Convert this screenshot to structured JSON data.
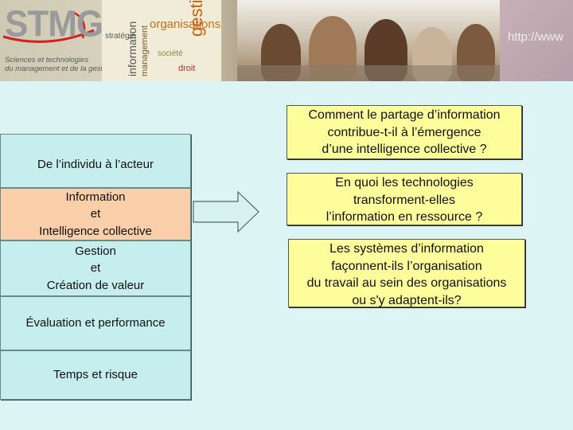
{
  "header": {
    "logo": "STMG",
    "tagline_line1": "Sciences et technologies",
    "tagline_line2": "du management et de la gestion",
    "collage_words": [
      "organisations",
      "gestion",
      "information",
      "management",
      "stratégie",
      "société",
      "droit"
    ],
    "web_text": "http://www"
  },
  "left_stack": [
    {
      "label": "De l’individu à l’acteur"
    },
    {
      "label_lines": [
        "Information",
        "et",
        "Intelligence collective"
      ],
      "active": true
    },
    {
      "label_lines": [
        "Gestion",
        "et",
        "Création de valeur"
      ]
    },
    {
      "label": "Évaluation et performance"
    },
    {
      "label": "Temps et risque"
    }
  ],
  "questions": [
    {
      "lines": [
        "Comment le partage d’information",
        "contribue-t-il à l’émergence",
        "d’une intelligence collective ?"
      ]
    },
    {
      "lines": [
        "En quoi les technologies",
        "transforment-elles",
        "l’information en ressource ?"
      ]
    },
    {
      "lines": [
        "Les systèmes d’information",
        "façonnent-ils l’organisation",
        "du travail au sein des organisations",
        "ou s'y adaptent-ils?"
      ]
    }
  ],
  "colors": {
    "page_bg": "#dcf4f4",
    "box_bg": "#c7eeee",
    "active_box_bg": "#f8cfa8",
    "note_bg": "#fdfd9c"
  }
}
